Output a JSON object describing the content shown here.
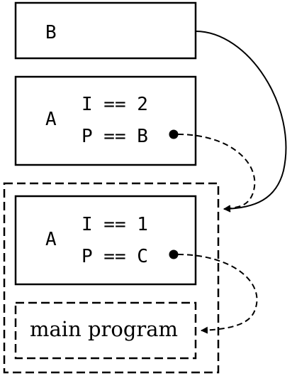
{
  "frames": {
    "b": {
      "label": "B"
    },
    "a_outer": {
      "label": "A",
      "line1": "I == 2",
      "line2": "P == B"
    },
    "a_inner": {
      "label": "A",
      "line1": "I == 1",
      "line2": "P == C"
    },
    "main": {
      "label": "main program"
    }
  },
  "colors": {
    "stroke": "#000000",
    "background": "#ffffff"
  }
}
